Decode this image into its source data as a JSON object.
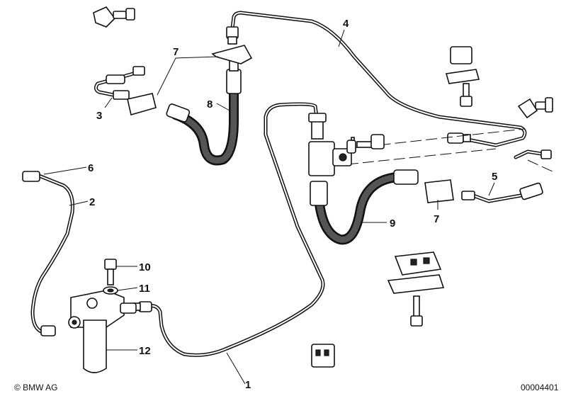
{
  "callouts": {
    "c1": "1",
    "c2": "2",
    "c3": "3",
    "c4": "4",
    "c5": "5",
    "c6": "6",
    "c7a": "7",
    "c7b": "7",
    "c8": "8",
    "c9": "9",
    "c10": "10",
    "c11": "11",
    "c12": "12"
  },
  "footer": {
    "copyright": "© BMW AG",
    "diagram_number": "00004401"
  }
}
